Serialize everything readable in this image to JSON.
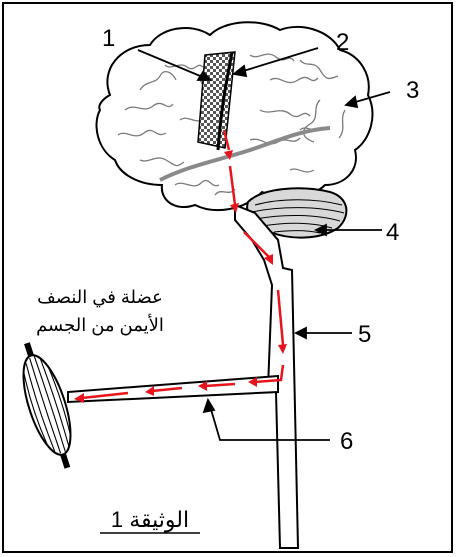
{
  "labels": {
    "l1": "1",
    "l2": "2",
    "l3": "3",
    "l4": "4",
    "l5": "5",
    "l6": "6"
  },
  "muscle_text": {
    "line1": "عضلة في النصف",
    "line2": "الأيمن من الجسم"
  },
  "caption": "الوثيقة 1",
  "colors": {
    "arrow": "#e8141b",
    "brain_outline": "#000000",
    "cortex_fill": "#ffffff",
    "gyri": "#7a7a7a"
  }
}
